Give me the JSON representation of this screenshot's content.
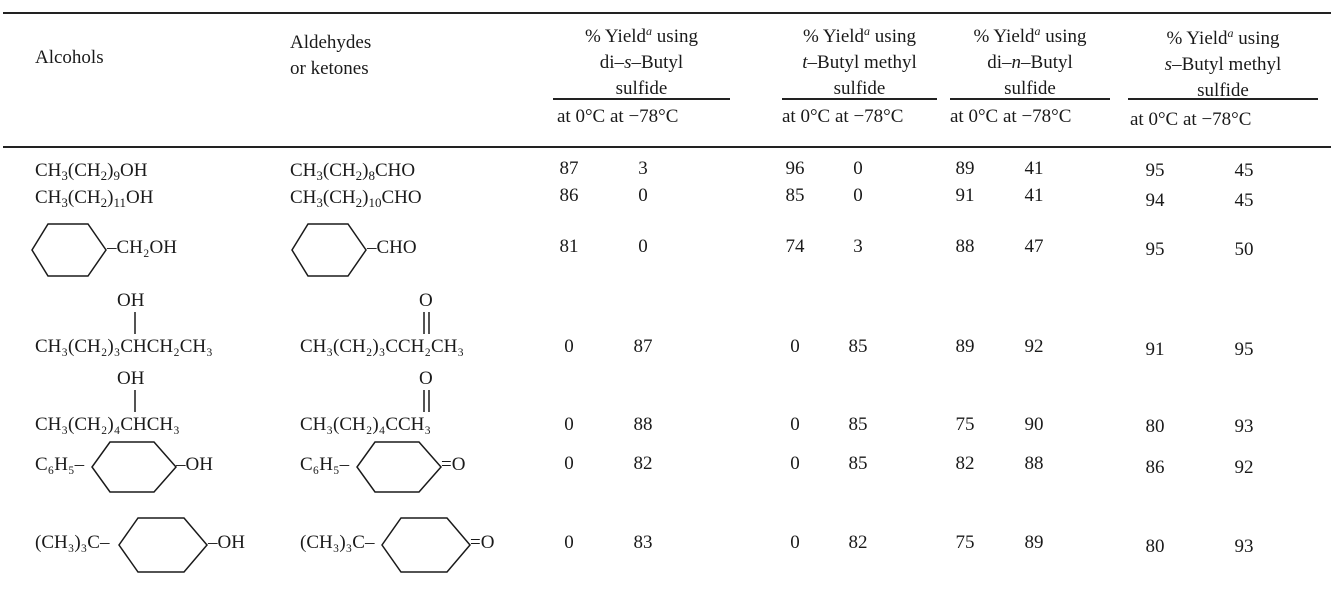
{
  "headers": {
    "alcohols": "Alcohols",
    "aldehydes_line1": "Aldehydes",
    "aldehydes_line2": "or ketones",
    "groups": [
      {
        "line1a": "% Yield",
        "sup": "a",
        "line1b": " using",
        "line2_pre": "di–",
        "line2_it": "s",
        "line2_post": "–Butyl",
        "line3": "sulfide"
      },
      {
        "line1a": "% Yield",
        "sup": "a",
        "line1b": " using",
        "line2_pre": "",
        "line2_it": "t",
        "line2_post": "–Butyl methyl",
        "line3": "sulfide"
      },
      {
        "line1a": "% Yield",
        "sup": "a",
        "line1b": " using",
        "line2_pre": "di–",
        "line2_it": "n",
        "line2_post": "–Butyl",
        "line3": "sulfide"
      },
      {
        "line1a": "% Yield",
        "sup": "a",
        "line1b": " using",
        "line2_pre": "",
        "line2_it": "s",
        "line2_post": "–Butyl methyl",
        "line3": "sulfide"
      }
    ],
    "temp_label": "at 0°C  at −78°C"
  },
  "rows": [
    {
      "alcohol": [
        "CH",
        "3",
        "(CH",
        "2",
        ")",
        "9",
        "OH"
      ],
      "carbonyl": [
        "CH",
        "3",
        "(CH",
        "2",
        ")",
        "8",
        "CHO"
      ],
      "yields": [
        "87",
        "3",
        "96",
        "0",
        "89",
        "41",
        "95",
        "45"
      ]
    },
    {
      "alcohol": [
        "CH",
        "3",
        "(CH",
        "2",
        ")",
        "11",
        "OH"
      ],
      "carbonyl": [
        "CH",
        "3",
        "(CH",
        "2",
        ")",
        "10",
        "CHO"
      ],
      "yields": [
        "86",
        "0",
        "85",
        "0",
        "91",
        "41",
        "94",
        "45"
      ]
    },
    {
      "alcohol_suffix": "–CH₂OH",
      "carbonyl_suffix": "–CHO",
      "yields": [
        "81",
        "0",
        "74",
        "3",
        "88",
        "47",
        "95",
        "50"
      ]
    },
    {
      "alcohol_top": "OH",
      "alcohol_main": "CH₃(CH₂)₃CHCH₂CH₃",
      "carbonyl_top": "O",
      "carbonyl_main": "CH₃(CH₂)₃CCH₂CH₃",
      "yields": [
        "0",
        "87",
        "0",
        "85",
        "89",
        "92",
        "91",
        "95"
      ]
    },
    {
      "alcohol_top": "OH",
      "alcohol_main": "CH₃(CH₂)₄CHCH₃",
      "carbonyl_top": "O",
      "carbonyl_main": "CH₃(CH₂)₄CCH₃",
      "yields": [
        "0",
        "88",
        "0",
        "85",
        "75",
        "90",
        "80",
        "93"
      ]
    },
    {
      "alcohol_prefix": "C₆H₅–",
      "alcohol_suffix": "–OH",
      "carbonyl_prefix": "C₆H₅–",
      "carbonyl_suffix": "=O",
      "yields": [
        "0",
        "82",
        "0",
        "85",
        "82",
        "88",
        "86",
        "92"
      ]
    },
    {
      "alcohol_prefix": "(CH₃)₃C–",
      "alcohol_suffix": "–OH",
      "carbonyl_prefix": "(CH₃)₃C–",
      "carbonyl_suffix": "=O",
      "yields": [
        "0",
        "83",
        "0",
        "82",
        "75",
        "89",
        "80",
        "93"
      ]
    }
  ]
}
